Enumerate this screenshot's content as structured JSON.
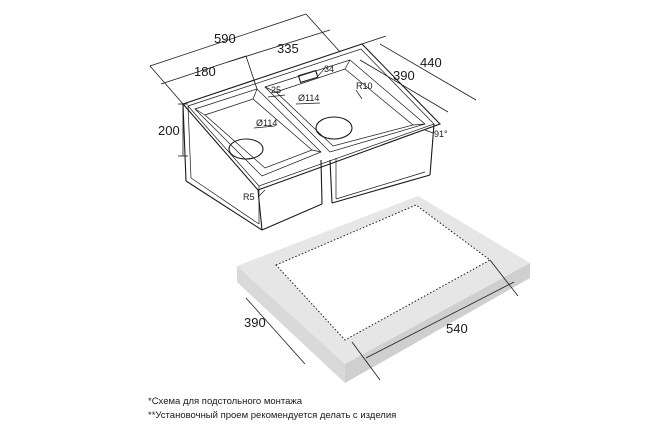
{
  "sink_dimensions": {
    "total_width": "590",
    "right_bowl_width": "335",
    "left_bowl_width": "180",
    "depth": "440",
    "right_depth": "390",
    "height": "200",
    "overflow_offset": "34",
    "drain_offset": "25",
    "left_drain_diameter": "Ø114",
    "right_drain_diameter": "Ø114",
    "corner_radius_top": "R10",
    "corner_radius_bottom": "R5",
    "wall_angle": "91°"
  },
  "cutout_dimensions": {
    "depth": "390",
    "width": "540"
  },
  "notes": {
    "line1": "*Схема для подстольного монтажа",
    "line2": "**Установочный проем рекомендуется делать с изделия"
  }
}
